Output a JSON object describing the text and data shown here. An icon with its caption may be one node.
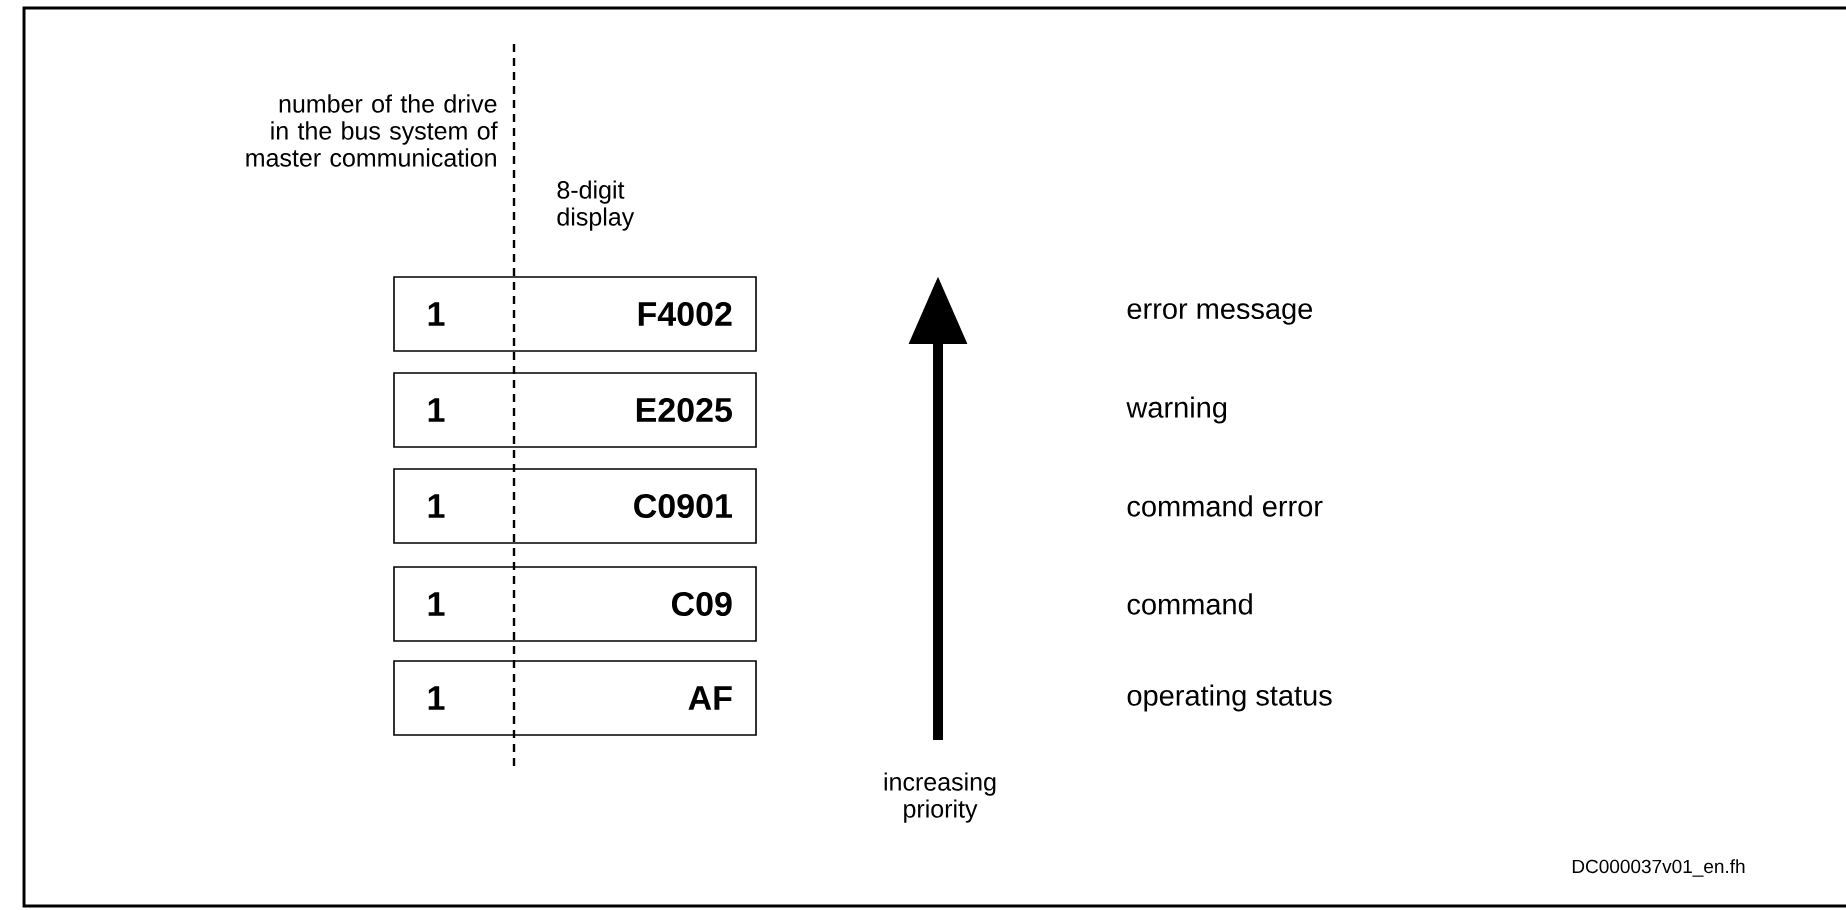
{
  "diagram": {
    "nodes": [
      {
        "text": [
          "1",
          "F4002"
        ]
      },
      {
        "text": [
          "1",
          "E2025"
        ]
      },
      {
        "text": [
          "1",
          "C0901"
        ]
      },
      {
        "text": [
          "1",
          "C09"
        ]
      },
      {
        "text": [
          "1",
          "AF"
        ]
      }
    ],
    "edges": [],
    "labels": [
      "number of the drive in the bus system of master communication",
      "8-digit display",
      "error message",
      "warning",
      "command error",
      "command",
      "operating status",
      "increasing priority",
      "DC000037v01_en.fh"
    ]
  }
}
